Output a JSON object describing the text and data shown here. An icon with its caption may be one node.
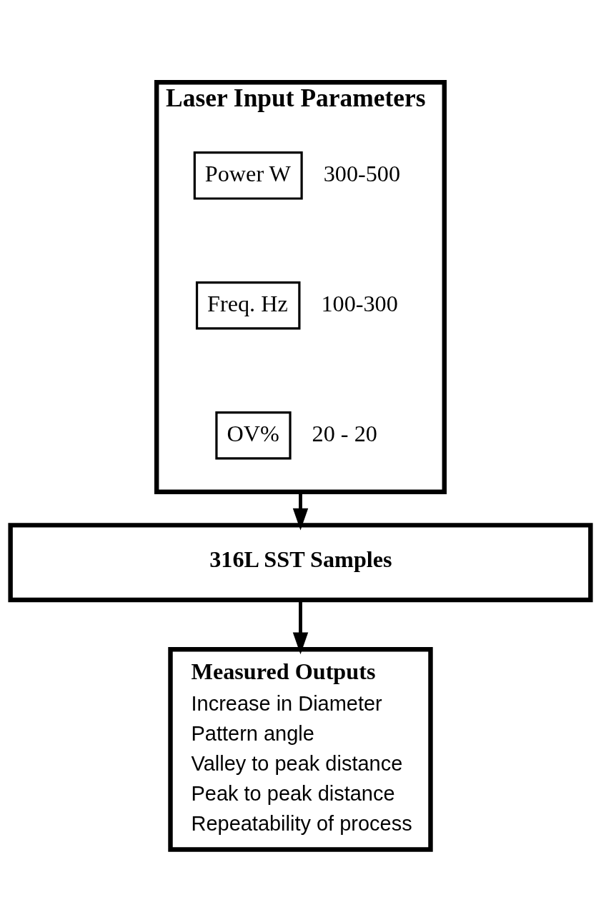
{
  "diagram": {
    "nodes": [
      {
        "text": [
          "Laser Input Parameters"
        ]
      },
      {
        "text": [
          "Power W"
        ],
        "in": 0,
        "beside": [
          "300-500"
        ]
      },
      {
        "text": [
          "Freq. Hz"
        ],
        "in": 0,
        "beside": [
          "100-300"
        ]
      },
      {
        "text": [
          "OV%"
        ],
        "in": 0,
        "beside": [
          "20 - 20"
        ]
      },
      {
        "text": [
          "316L SST Samples"
        ]
      },
      {
        "text": [
          "Measured Outputs",
          "Increase in Diameter",
          "Pattern angle",
          "Valley to peak distance",
          "Peak to peak distance",
          "Repeatability of process"
        ]
      }
    ],
    "edges": [
      {
        "from": 0,
        "to": 4,
        "arrow": "to"
      },
      {
        "from": 4,
        "to": 5,
        "arrow": "to"
      }
    ]
  }
}
